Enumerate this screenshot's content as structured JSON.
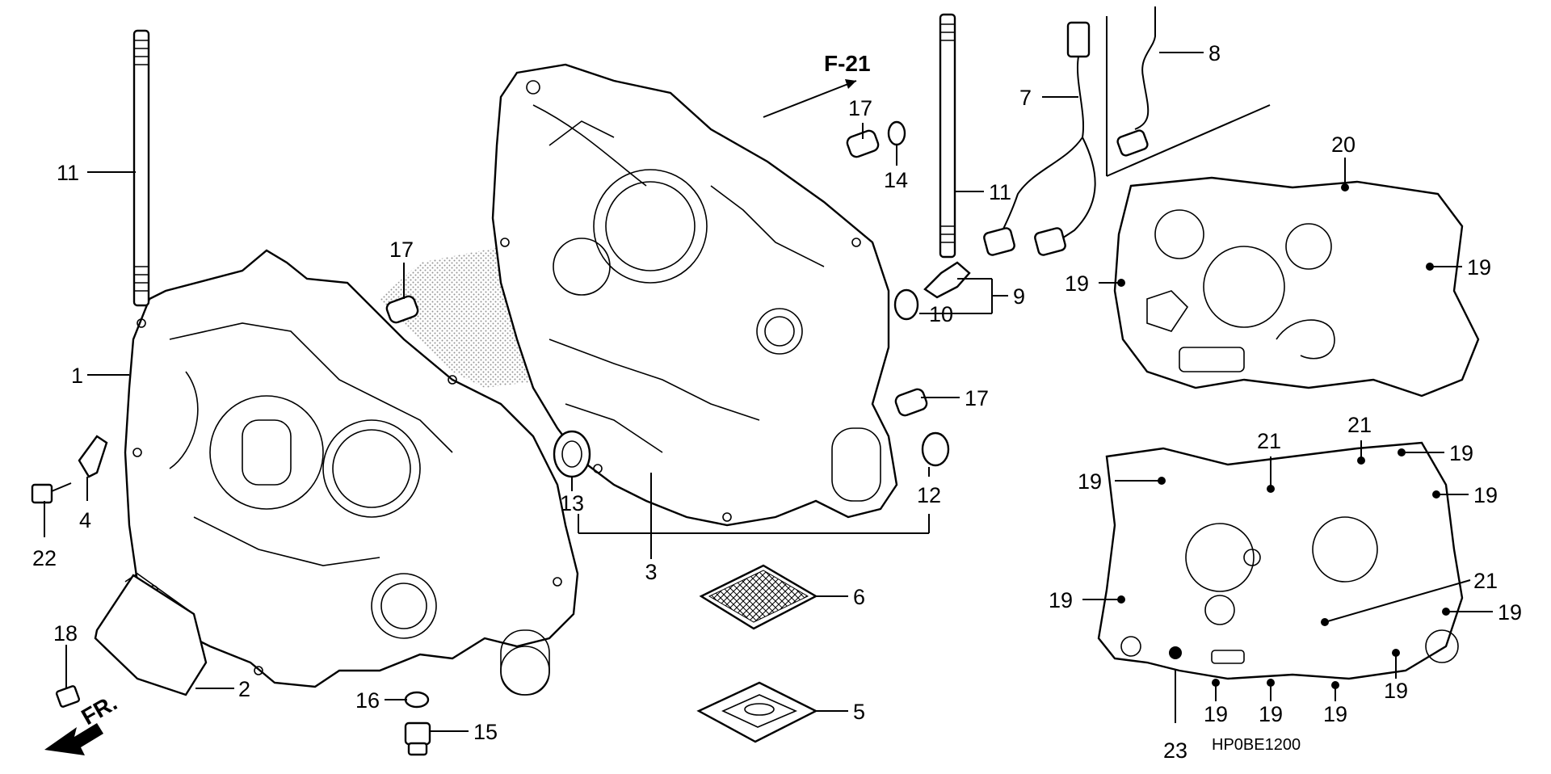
{
  "figure_code": "HP0BE1200",
  "ref_label": "F-21",
  "front_label": "FR.",
  "callouts": {
    "c1": "1",
    "c2": "2",
    "c3": "3",
    "c4": "4",
    "c5": "5",
    "c6": "6",
    "c7": "7",
    "c8": "8",
    "c9": "9",
    "c10": "10",
    "c11a": "11",
    "c11b": "11",
    "c12": "12",
    "c13": "13",
    "c14": "14",
    "c15": "15",
    "c16": "16",
    "c17a": "17",
    "c17b": "17",
    "c17c": "17",
    "c18": "18",
    "c19a": "19",
    "c19b": "19",
    "c19c": "19",
    "c19d": "19",
    "c19e": "19",
    "c19f": "19",
    "c19g": "19",
    "c19h": "19",
    "c19i": "19",
    "c19j": "19",
    "c19k": "19",
    "c20": "20",
    "c21a": "21",
    "c21b": "21",
    "c21c": "21",
    "c22": "22",
    "c23": "23"
  },
  "colors": {
    "line": "#000000",
    "background": "#ffffff",
    "shade": "#9a9a9a"
  }
}
